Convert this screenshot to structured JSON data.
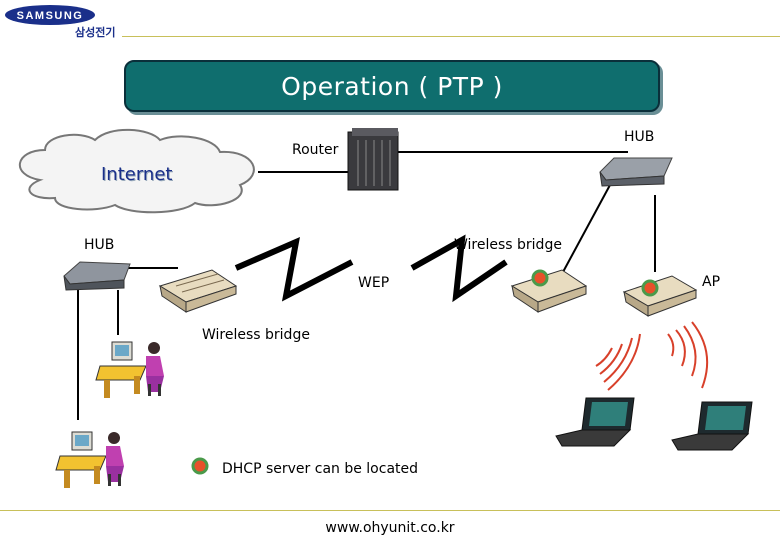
{
  "brand": {
    "logo_text": "SAMSUNG",
    "sub_text": "삼성전기"
  },
  "title": "Operation ( PTP )",
  "labels": {
    "internet": "Internet",
    "router": "Router",
    "hub_top": "HUB",
    "hub_left": "HUB",
    "wireless_bridge_right": "Wireless bridge",
    "wireless_bridge_left": "Wireless bridge",
    "wep": "WEP",
    "ap": "AP",
    "dhcp_note": "DHCP server can be located"
  },
  "footer": {
    "url": "www.ohyunit.co.kr"
  },
  "colors": {
    "title_bg": "#0f6e6e",
    "brand_blue": "#1a2f8a",
    "dhcp_marker": "#e8502a",
    "link_line": "#000000"
  }
}
